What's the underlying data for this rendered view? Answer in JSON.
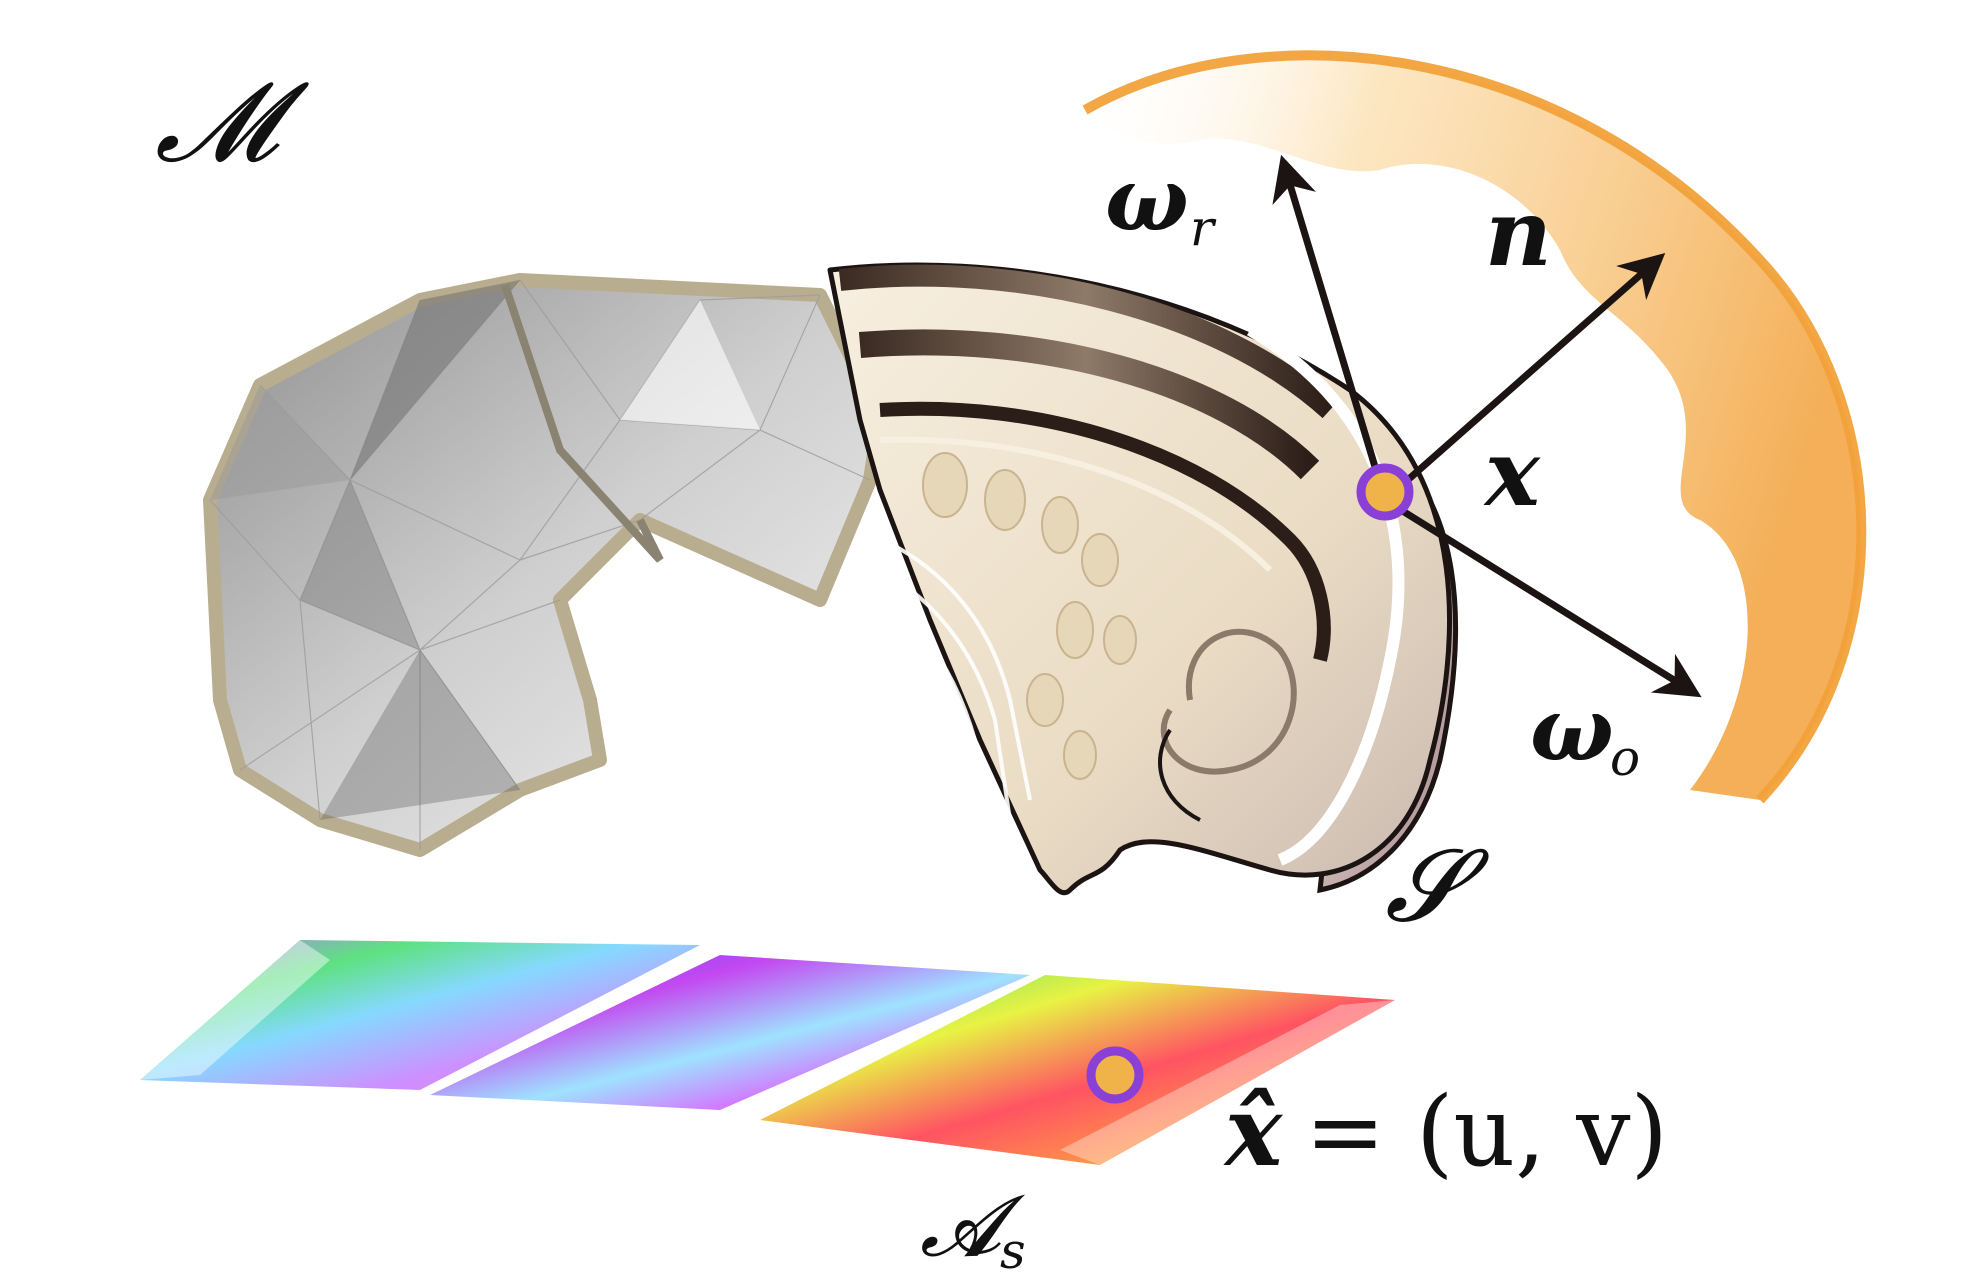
{
  "labels": {
    "mesh_symbol": "𝓜",
    "surface_symbol": "𝓢",
    "atlas_symbol_main": "𝓐",
    "atlas_symbol_sub": "s",
    "normal": "n",
    "point": "x",
    "omega_r_main": "ω",
    "omega_r_sub": "r",
    "omega_o_main": "ω",
    "omega_o_sub": "o",
    "uv_lhs": "x̂",
    "uv_rhs": "= (u, v)"
  },
  "colors": {
    "point_fill": "#f0b34a",
    "point_ring": "#8a3fd6",
    "mesh_outline": "#b9ad8f",
    "hemisphere": "#f2a13a",
    "arrow": "#1b1412"
  },
  "icons": {
    "point_marker": "sample-point-icon",
    "uv_marker": "uv-point-icon"
  }
}
